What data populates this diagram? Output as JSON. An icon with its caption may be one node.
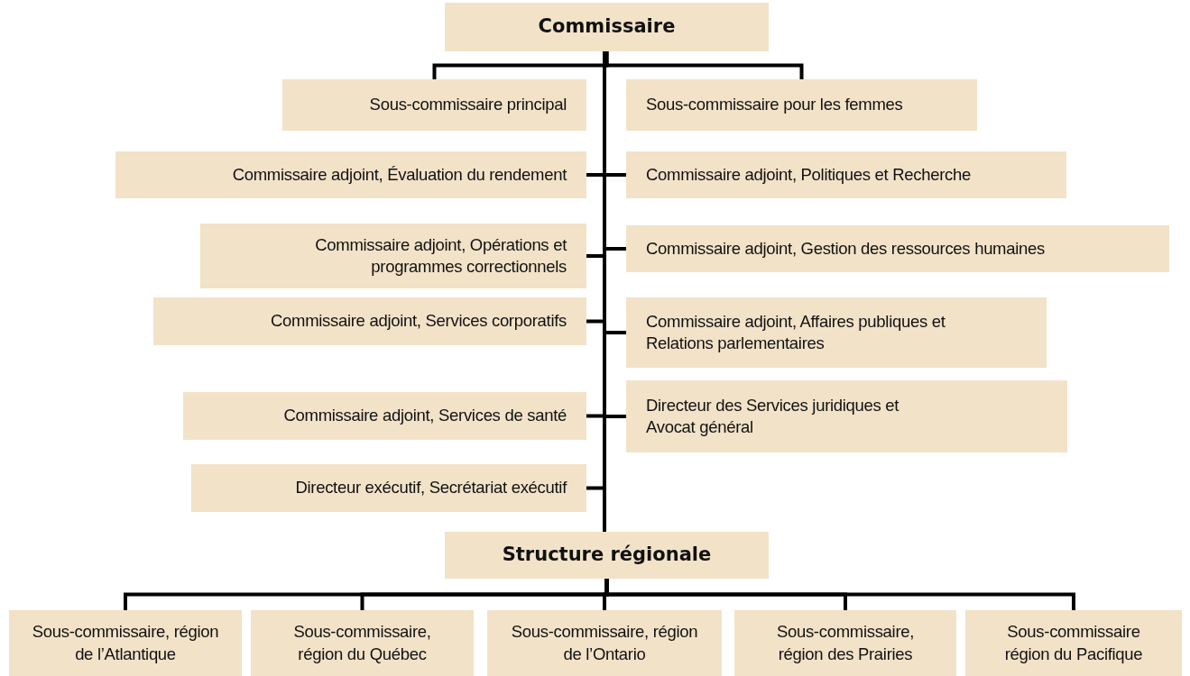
{
  "diagram": {
    "nodes": [
      {
        "text": [
          "Commissaire"
        ]
      },
      {
        "text": [
          "Sous-commissaire principal"
        ]
      },
      {
        "text": [
          "Sous-commissaire pour les femmes"
        ]
      },
      {
        "text": [
          "Commissaire adjoint, Évaluation du rendement"
        ]
      },
      {
        "text": [
          "Commissaire adjoint, Politiques et Recherche"
        ]
      },
      {
        "text": [
          "Commissaire adjoint, Opérations et programmes correctionnels"
        ]
      },
      {
        "text": [
          "Commissaire adjoint, Gestion des ressources humaines"
        ]
      },
      {
        "text": [
          "Commissaire adjoint, Services corporatifs"
        ]
      },
      {
        "text": [
          "Commissaire adjoint, Affaires publiques et Relations parlementaires"
        ]
      },
      {
        "text": [
          "Commissaire adjoint, Services de santé"
        ]
      },
      {
        "text": [
          "Directeur des Services juridiques et Avocat général"
        ]
      },
      {
        "text": [
          "Directeur exécutif, Secrétariat exécutif"
        ]
      },
      {
        "text": [
          "Structure régionale"
        ]
      },
      {
        "text": [
          "Sous-commissaire, région de l’Atlantique"
        ]
      },
      {
        "text": [
          "Sous-commissaire, région du Québec"
        ]
      },
      {
        "text": [
          "Sous-commissaire, région de l’Ontario"
        ]
      },
      {
        "text": [
          "Sous-commissaire, région des Prairies"
        ]
      },
      {
        "text": [
          "Sous-commissaire région du Pacifique"
        ]
      }
    ],
    "edges": [
      {
        "from": 0,
        "to": 1,
        "arrow": "none"
      },
      {
        "from": 0,
        "to": 2,
        "arrow": "none"
      },
      {
        "from": 0,
        "to": 3,
        "arrow": "none"
      },
      {
        "from": 0,
        "to": 4,
        "arrow": "none"
      },
      {
        "from": 0,
        "to": 5,
        "arrow": "none"
      },
      {
        "from": 0,
        "to": 6,
        "arrow": "none"
      },
      {
        "from": 0,
        "to": 7,
        "arrow": "none"
      },
      {
        "from": 0,
        "to": 8,
        "arrow": "none"
      },
      {
        "from": 0,
        "to": 9,
        "arrow": "none"
      },
      {
        "from": 0,
        "to": 10,
        "arrow": "none"
      },
      {
        "from": 0,
        "to": 11,
        "arrow": "none"
      },
      {
        "from": 0,
        "to": 12,
        "arrow": "none"
      },
      {
        "from": 12,
        "to": 13,
        "arrow": "none"
      },
      {
        "from": 12,
        "to": 14,
        "arrow": "none"
      },
      {
        "from": 12,
        "to": 15,
        "arrow": "none"
      },
      {
        "from": 12,
        "to": 16,
        "arrow": "none"
      },
      {
        "from": 12,
        "to": 17,
        "arrow": "none"
      }
    ]
  }
}
